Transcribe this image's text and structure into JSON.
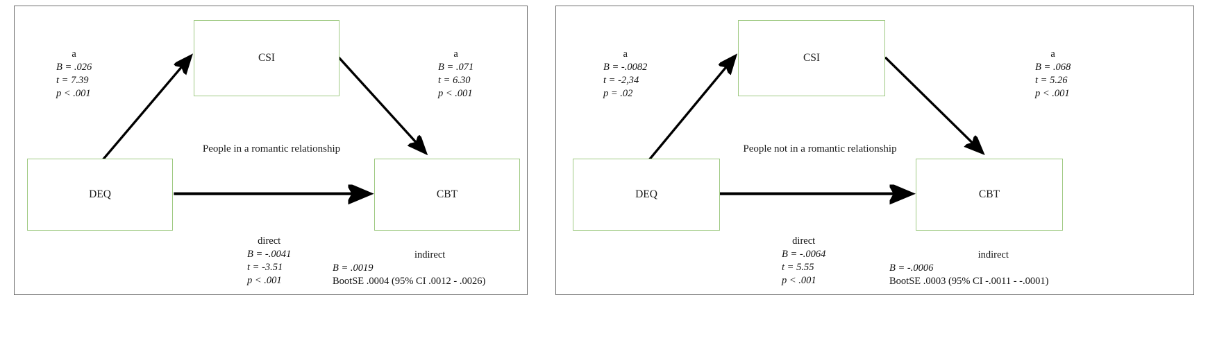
{
  "figure": {
    "panels": [
      {
        "id": "left",
        "caption": "People in a romantic relationship",
        "nodes": {
          "mediator": "CSI",
          "predictor": "DEQ",
          "outcome": "CBT"
        },
        "paths": {
          "a_path": {
            "label": "a",
            "b": "B = .026",
            "t": "t = 7.39",
            "p": "p < .001"
          },
          "b_path": {
            "label": "a",
            "b": "B = .071",
            "t": "t = 6.30",
            "p": "p < .001"
          },
          "direct": {
            "label": "direct",
            "b": "B = -.0041",
            "t": "t = -3.51",
            "p": "p < .001"
          },
          "indirect": {
            "label": "indirect",
            "b": "B = .0019",
            "ci": "BootSE .0004 (95% CI .0012 - .0026)"
          }
        }
      },
      {
        "id": "right",
        "caption": "People not in a romantic relationship",
        "nodes": {
          "mediator": "CSI",
          "predictor": "DEQ",
          "outcome": "CBT"
        },
        "paths": {
          "a_path": {
            "label": "a",
            "b": "B = -.0082",
            "t": "t = -2,34",
            "p": "p = .02"
          },
          "b_path": {
            "label": "a",
            "b": "B = .068",
            "t": "t = 5.26",
            "p": "p < .001"
          },
          "direct": {
            "label": "direct",
            "b": "B = -.0064",
            "t": "t = 5.55",
            "p": "p < .001"
          },
          "indirect": {
            "label": "indirect",
            "b": "B = -.0006",
            "ci": "BootSE .0003 (95% CI -.0011 - -.0001)"
          }
        }
      }
    ],
    "colors": {
      "node_border": "#9ec981",
      "panel_border": "#6b6b6b",
      "arrow": "#000000",
      "text": "#111111",
      "background": "#ffffff"
    }
  }
}
